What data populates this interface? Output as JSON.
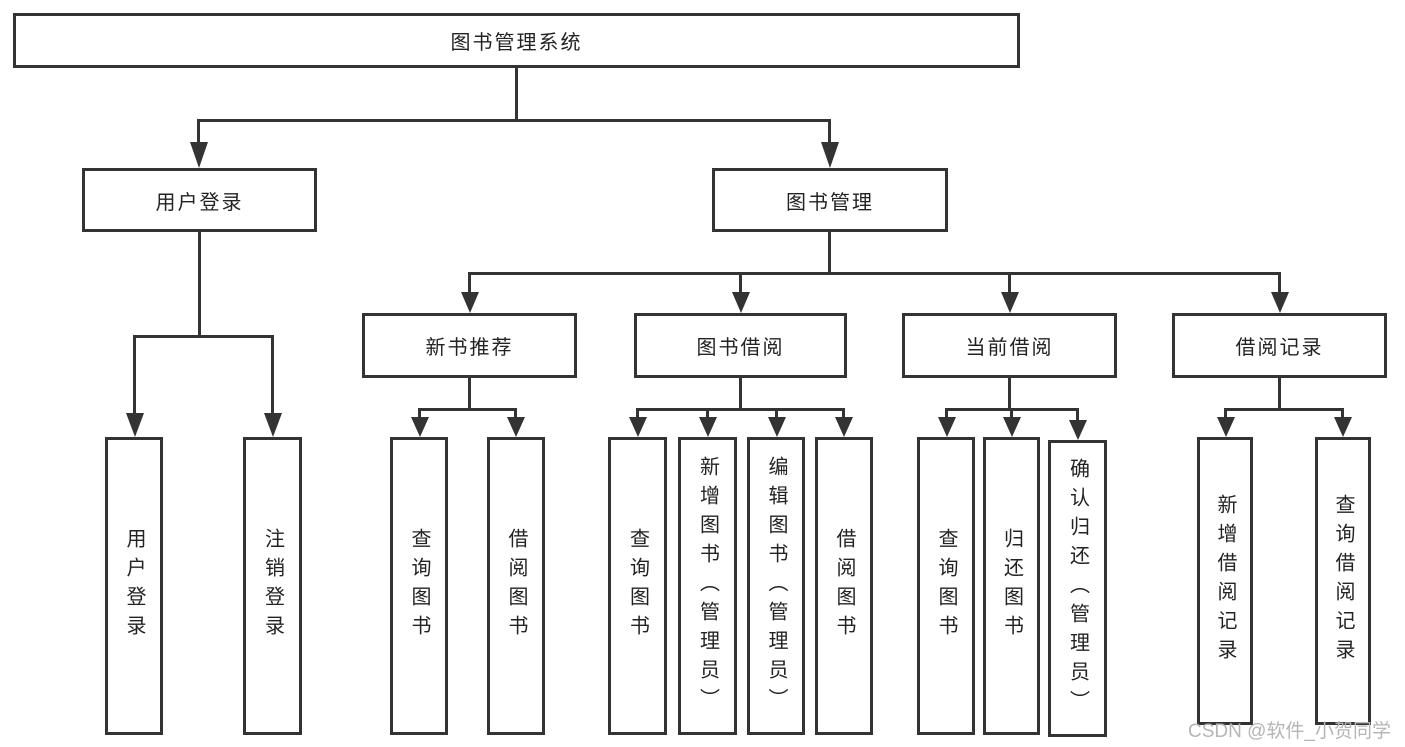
{
  "diagram": {
    "root": {
      "label": "图书管理系统"
    },
    "branches": [
      {
        "label": "用户登录",
        "children": [
          {
            "label": "用户登录"
          },
          {
            "label": "注销登录"
          }
        ]
      },
      {
        "label": "图书管理",
        "sections": [
          {
            "label": "新书推荐",
            "children": [
              {
                "label": "查询图书"
              },
              {
                "label": "借阅图书"
              }
            ]
          },
          {
            "label": "图书借阅",
            "children": [
              {
                "label": "查询图书"
              },
              {
                "label": "新增图书（管理员）"
              },
              {
                "label": "编辑图书（管理员）"
              },
              {
                "label": "借阅图书"
              }
            ]
          },
          {
            "label": "当前借阅",
            "children": [
              {
                "label": "查询图书"
              },
              {
                "label": "归还图书"
              },
              {
                "label": "确认归还（管理员）"
              }
            ]
          },
          {
            "label": "借阅记录",
            "children": [
              {
                "label": "新增借阅记录"
              },
              {
                "label": "查询借阅记录"
              }
            ]
          }
        ]
      }
    ],
    "colors": {
      "line": "#333333",
      "text": "#232323",
      "background": "#ffffff",
      "watermark": "#b5b5b5"
    },
    "watermark": {
      "text": "CSDN @软件_小贺同学"
    }
  }
}
